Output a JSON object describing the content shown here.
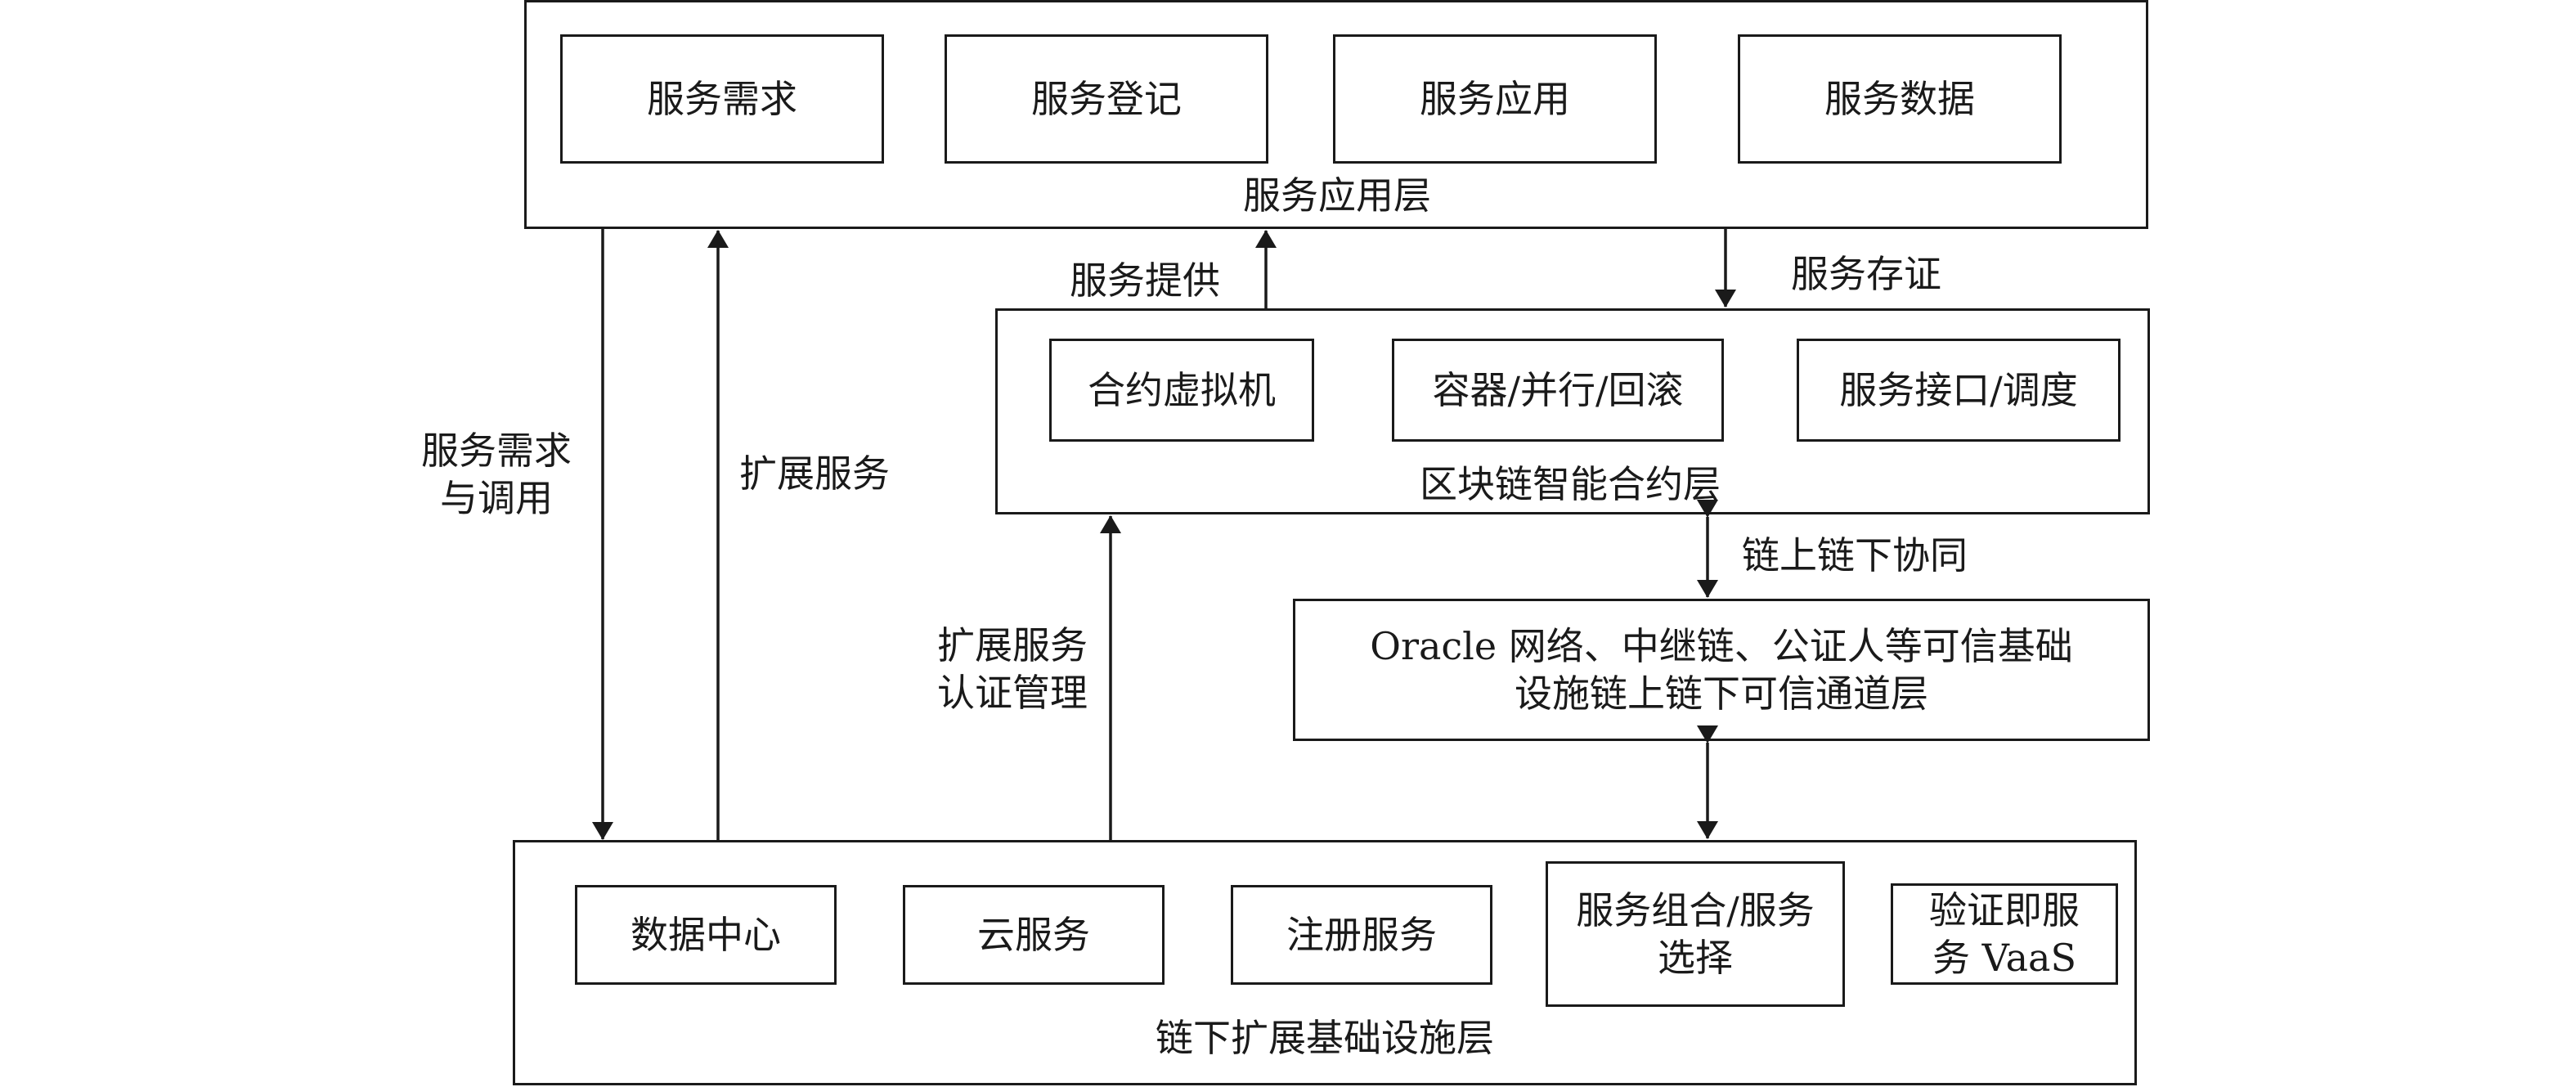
{
  "service_layer": {
    "title": "服务应用层",
    "items": [
      "服务需求",
      "服务登记",
      "服务应用",
      "服务数据"
    ]
  },
  "contract_layer": {
    "title": "区块链智能合约层",
    "items": [
      "合约虚拟机",
      "容器/并行/回滚",
      "服务接口/调度"
    ]
  },
  "channel_layer": {
    "line1": "Oracle 网络、中继链、公证人等可信基础",
    "line2": "设施链上链下可信通道层"
  },
  "infra_layer": {
    "title": "链下扩展基础设施层",
    "items": [
      "数据中心",
      "云服务",
      "注册服务"
    ],
    "combo_line1": "服务组合/服务",
    "combo_line2": "选择",
    "vaas_line1": "验证即服",
    "vaas_line2": "务 VaaS"
  },
  "edge_labels": {
    "service_provide": "服务提供",
    "service_evidence": "服务存证",
    "demand_line1": "服务需求",
    "demand_line2": "与调用",
    "extend_service": "扩展服务",
    "extend_auth_line1": "扩展服务",
    "extend_auth_line2": "认证管理",
    "on_off_chain": "链上链下协同"
  }
}
